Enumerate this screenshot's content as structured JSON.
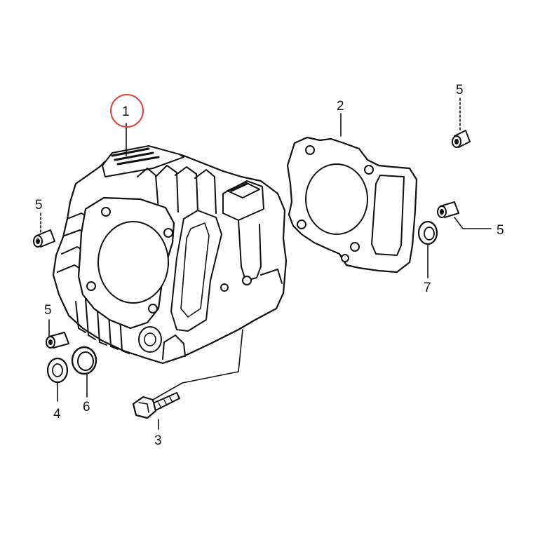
{
  "diagram": {
    "highlight_color": "#d9453b",
    "line_color": "#111111",
    "callouts": [
      {
        "id": "c1",
        "label": "1",
        "part": "cylinder",
        "highlighted": true
      },
      {
        "id": "c2",
        "label": "2",
        "part": "cylinder-gasket"
      },
      {
        "id": "c3",
        "label": "3",
        "part": "bolt"
      },
      {
        "id": "c4",
        "label": "4",
        "part": "washer"
      },
      {
        "id": "c5a",
        "label": "5",
        "part": "dowel-pin"
      },
      {
        "id": "c5b",
        "label": "5",
        "part": "dowel-pin"
      },
      {
        "id": "c5c",
        "label": "5",
        "part": "dowel-pin"
      },
      {
        "id": "c5d",
        "label": "5",
        "part": "dowel-pin"
      },
      {
        "id": "c6",
        "label": "6",
        "part": "o-ring"
      },
      {
        "id": "c7",
        "label": "7",
        "part": "o-ring"
      }
    ]
  }
}
